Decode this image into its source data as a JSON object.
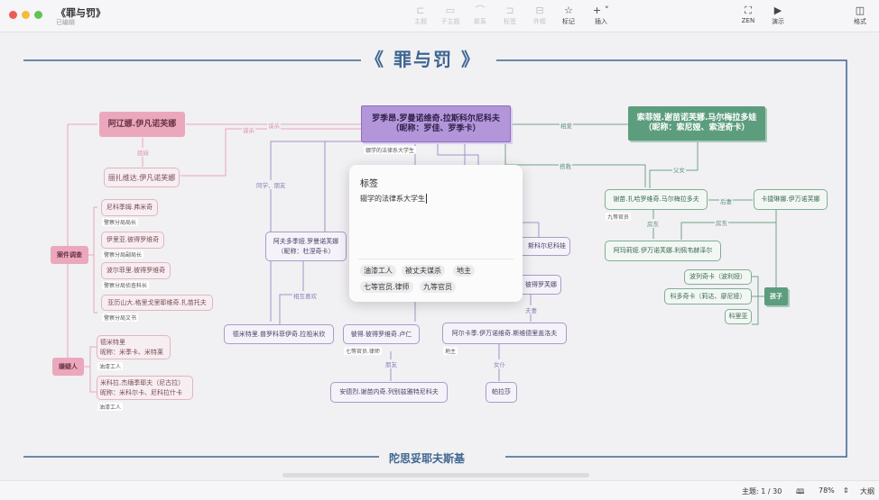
{
  "window": {
    "title": "《罪与罚》",
    "subtitle": "已编辑"
  },
  "toolbar": [
    {
      "icon": "topic-icon",
      "label": "主题",
      "enabled": false
    },
    {
      "icon": "subtopic-icon",
      "label": "子主题",
      "enabled": false
    },
    {
      "icon": "relation-icon",
      "label": "联系",
      "enabled": false
    },
    {
      "icon": "label-icon",
      "label": "标签",
      "enabled": false
    },
    {
      "icon": "boundary-icon",
      "label": "外框",
      "enabled": false
    },
    {
      "icon": "star-icon",
      "label": "标记",
      "enabled": true
    },
    {
      "icon": "plus-icon",
      "label": "插入",
      "enabled": true
    },
    {
      "icon": "zen-icon",
      "label": "ZEN",
      "enabled": true
    },
    {
      "icon": "play-icon",
      "label": "演示",
      "enabled": true
    },
    {
      "icon": "sidebar-icon",
      "label": "格式",
      "enabled": true
    }
  ],
  "map": {
    "title": "罪与罚",
    "title_open": "《",
    "title_close": "》",
    "boundary_label": "陀思妥耶夫斯基",
    "nodes": {
      "alyona": "阿辽娜.伊凡诺芙娜",
      "lizaveta": "丽扎维达.伊凡诺芙娜",
      "investigation": "案件调查",
      "suspect": "嫌疑人",
      "nikodim": "尼科季姆.弗米奇",
      "ilya": "伊里亚.彼得罗维奇",
      "porfiry": "波尔菲里.彼得罗维奇",
      "alexander": "亚历山大.格里戈里耶维奇.扎苗托夫",
      "dmitri1": "德米特里",
      "dmitri2": "昵称：米季卡、米特莱",
      "mikola1": "米科拉.杰缅季耶夫（尼古拉）",
      "mikola2": "昵称：米科尔卡、尼科拉什卡",
      "rask1": "罗季昂.罗曼诺维奇.拉斯科尔尼科夫",
      "rask2": "（昵称：罗佳、罗季卡）",
      "dunya1": "阿夫多季娅.罗曼诺芙娜",
      "dunya2": "（昵称：杜涅奇卡）",
      "razumikhin": "德米特里.普罗科菲伊奇.拉祖米欣",
      "luzhin": "彼得.彼得罗维奇.卢仁",
      "andrei": "安德烈.谢苗内奇.列别兹雅特尼科夫",
      "svidrigailov": "阿尔卡季.伊万诺维奇.斯维德里盖洛夫",
      "parasha": "帕拉莎",
      "pulkheria": "斯科尔尼科娃",
      "marfa": "彼得罗芙娜",
      "sonya1": "索菲娅.谢苗诺芙娜.马尔梅拉多娃",
      "sonya2": "（昵称：索尼娅、索涅奇卡）",
      "semyon": "谢苗.扎哈罗维奇.马尔梅拉多夫",
      "katerina": "卡捷琳娜.伊万诺芙娜",
      "amalia": "阿玛莉娅.伊万诺芙娜.利佩韦赫泽尔",
      "children": "孩子",
      "polechka": "波列奇卡（波利娅）",
      "kodochka": "科多奇卡（莉达、廖尼娅）",
      "kolya": "科里亚"
    },
    "tags": {
      "nikodim": "警察分局局长",
      "ilya": "警察分局副局长",
      "porfiry": "警察分局侦查科长",
      "alexander": "警察分局文书",
      "dmitri": "油漆工人",
      "mikola": "油漆工人",
      "rask": "辍学的法律系大学生",
      "luzhin": "七等官员.律师",
      "svidrigailov": "地主",
      "semyon": "九等官员"
    },
    "edges": {
      "murder1": "谋杀",
      "murder2": "谋杀",
      "sisters": "姐妹",
      "classmates": "同学、朋友",
      "mutual": "相互喜欢",
      "friends": "朋友",
      "maid": "女仆",
      "couple": "夫妻",
      "love": "相爱",
      "rescue": "搭救",
      "father": "父女",
      "stepwife": "后妻",
      "landlord1": "房东",
      "landlord2": "房东"
    }
  },
  "popup": {
    "title": "标签",
    "value": "辍学的法律系大学生",
    "suggestions": [
      "油漆工人",
      "被丈夫谋杀",
      "地主",
      "七等官员.律师",
      "九等官员"
    ]
  },
  "status": {
    "topic_count": "主题: 1 / 30",
    "zoom": "78%",
    "outline": "大纲"
  },
  "colors": {
    "pink": "#eba8bd",
    "purple": "#b395d9",
    "green": "#5c9d7d",
    "frame": "#3e6691"
  }
}
